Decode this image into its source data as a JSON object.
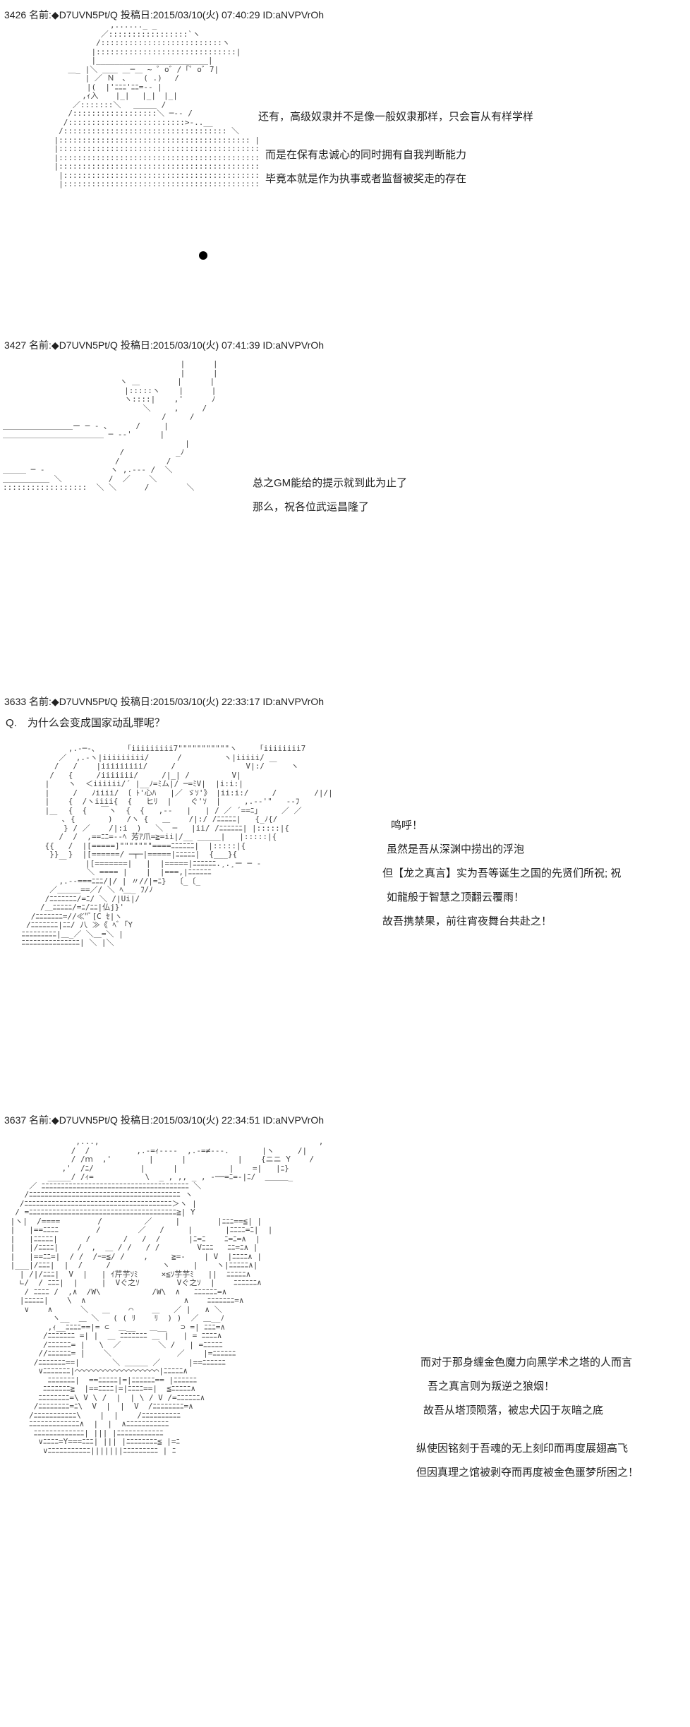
{
  "posts": [
    {
      "header": "3426 名前:◆D7UVN5Pt/Q 投稿日:2015/03/10(火) 07:40:29 ID:aNVPVrOh",
      "lines": [
        "还有，高级奴隶并不是像一般奴隶那样，只会盲从有样学样",
        "而是在保有忠诚心的同时拥有自我判断能力",
        "毕竟本就是作为执事或者监督被奖走的存在"
      ]
    },
    {
      "header": "3427 名前:◆D7UVN5Pt/Q 投稿日:2015/03/10(火) 07:41:39 ID:aNVPVrOh",
      "lines": [
        "总之GM能给的提示就到此为止了",
        "那么，祝各位武运昌隆了"
      ]
    },
    {
      "header": "3633 名前:◆D7UVN5Pt/Q 投稿日:2015/03/10(火) 22:33:17 ID:aNVPVrOh",
      "question": "Q.　为什么会变成国家动乱罪呢？",
      "lines": [
        "鸣呼！",
        "虽然是吾从深渊中捞出的浮泡",
        "但【龙之真言】实为吾等诞生之国的先贤们所祝; 祝",
        "如龍般于智慧之顶翻云覆雨！",
        "故吾携禁果，前往宵夜舞台共赴之！"
      ]
    },
    {
      "header": "3637 名前:◆D7UVN5Pt/Q 投稿日:2015/03/10(火) 22:34:51 ID:aNVPVrOh",
      "lines": [
        "而对于那身缠金色魔力向黑学术之塔的人而言",
        "吾之真言则为叛逆之狼烟！",
        "故吾从塔顶陨落，被忠犬囚于灰暗之底",
        "纵使因铭刻于吾魂的无上刻印而再度展翅高飞",
        "但因真理之馆被剥夺而再度被金色噩梦所困之！"
      ]
    }
  ]
}
